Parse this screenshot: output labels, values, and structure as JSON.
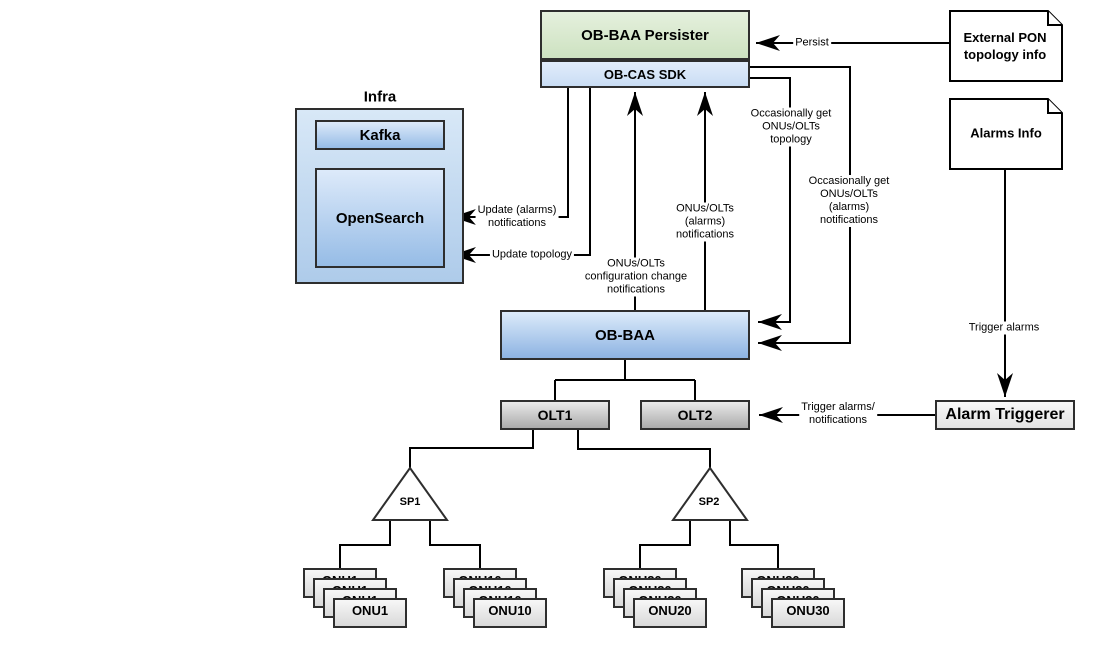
{
  "nodes": {
    "infra_title": "Infra",
    "kafka": "Kafka",
    "opensearch": "OpenSearch",
    "persister": "OB-BAA Persister",
    "sdk": "OB-CAS SDK",
    "obbaa": "OB-BAA",
    "olt1": "OLT1",
    "olt2": "OLT2",
    "sp1": "SP1",
    "sp2": "SP2",
    "onu_stack1": "ONU1",
    "onu_stack2": "ONU10",
    "onu_stack3": "ONU20",
    "onu_stack4": "ONU30",
    "alarm_triggerer": "Alarm Triggerer",
    "note_external_pon": "External PON\ntopology info",
    "note_alarms_info": "Alarms Info"
  },
  "edges": {
    "persist": "Persist",
    "occasionally_get_topology": "Occasionally get\nONUs/OLTs\ntopology",
    "occasionally_get_alarms": "Occasionally get\nONUs/OLTs\n(alarms)\nnotifications",
    "update_alarms_notifications": "Update (alarms)\nnotifications",
    "update_topology": "Update topology",
    "onus_olts_config_change": "ONUs/OLTs\nconfiguration change\nnotifications",
    "onus_olts_alarms_notifications": "ONUs/OLTs\n(alarms)\nnotifications",
    "trigger_alarms": "Trigger alarms",
    "trigger_alarms_notifications": "Trigger alarms/\nnotifications"
  },
  "colors": {
    "blue_box_top": "#dcebfa",
    "blue_box_bottom": "#8db3e2",
    "green_box_top": "#e5f0dd",
    "green_box_bottom": "#cde2c1",
    "sdk_blue_top": "#e2edfb",
    "sdk_blue_bottom": "#c9ddf4",
    "infra_fill_top": "#d8e8f7",
    "infra_fill_bottom": "#aecbea",
    "olt_grey_top": "#e9e9e9",
    "olt_grey_bottom": "#ababab",
    "onu_grey_top": "#f7f7f7",
    "onu_grey_bottom": "#d9d9d9",
    "triggerer_grey_top": "#f8f8f8",
    "triggerer_grey_bottom": "#e2e2e2",
    "border": "#2e2e2e",
    "connector": "#000000",
    "note_fill": "#ffffff"
  }
}
